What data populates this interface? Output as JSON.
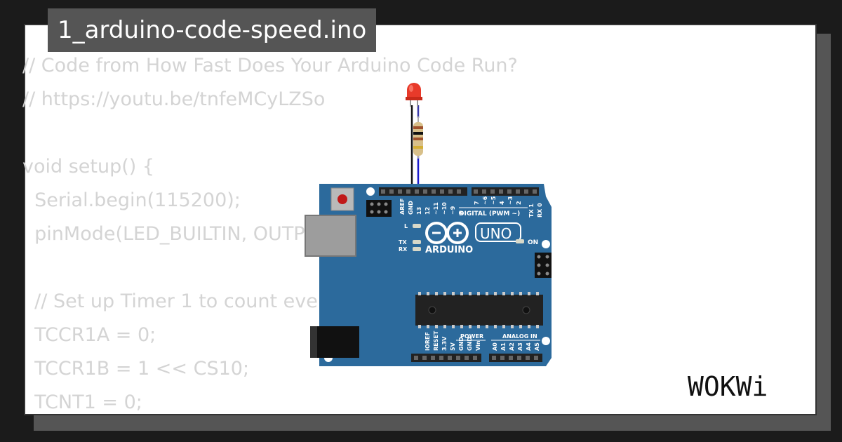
{
  "file_title": "1_arduino-code-speed.ino",
  "code_lines": [
    "// Code from How Fast Does Your Arduino Code Run?",
    "// https://youtu.be/tnfeMCyLZSo",
    "",
    "void setup() {",
    "  Serial.begin(115200);",
    "  pinMode(LED_BUILTIN, OUTPUT);",
    "",
    "  // Set up Timer 1 to count every clock cycle",
    "  TCCR1A = 0;",
    "  TCCR1B = 1 << CS10;",
    "  TCNT1 = 0;"
  ],
  "board": {
    "brand": "ARDUINO",
    "model": "UNO",
    "digital_label": "DIGITAL (PWM ~)",
    "power_label": "POWER",
    "analog_label": "ANALOG IN",
    "on_label": "ON",
    "l_label": "L",
    "tx_label": "TX",
    "rx_label": "RX",
    "top_pins": [
      "AREF",
      "GND",
      "13",
      "12",
      "~11",
      "~10",
      "~9",
      "8",
      "7",
      "~6",
      "~5",
      "4",
      "~3",
      "2",
      "TX 1",
      "RX 0"
    ],
    "bottom_pins": [
      "IOREF",
      "RESET",
      "3.3V",
      "5V",
      "GND",
      "GND",
      "Vin",
      "A0",
      "A1",
      "A2",
      "A3",
      "A4",
      "A5"
    ]
  },
  "logo_text": "WOKWi",
  "colors": {
    "board": "#2c6a9c",
    "led": "#e83a2a",
    "code_text": "#d4d4d4",
    "tab_bg": "#555555"
  }
}
